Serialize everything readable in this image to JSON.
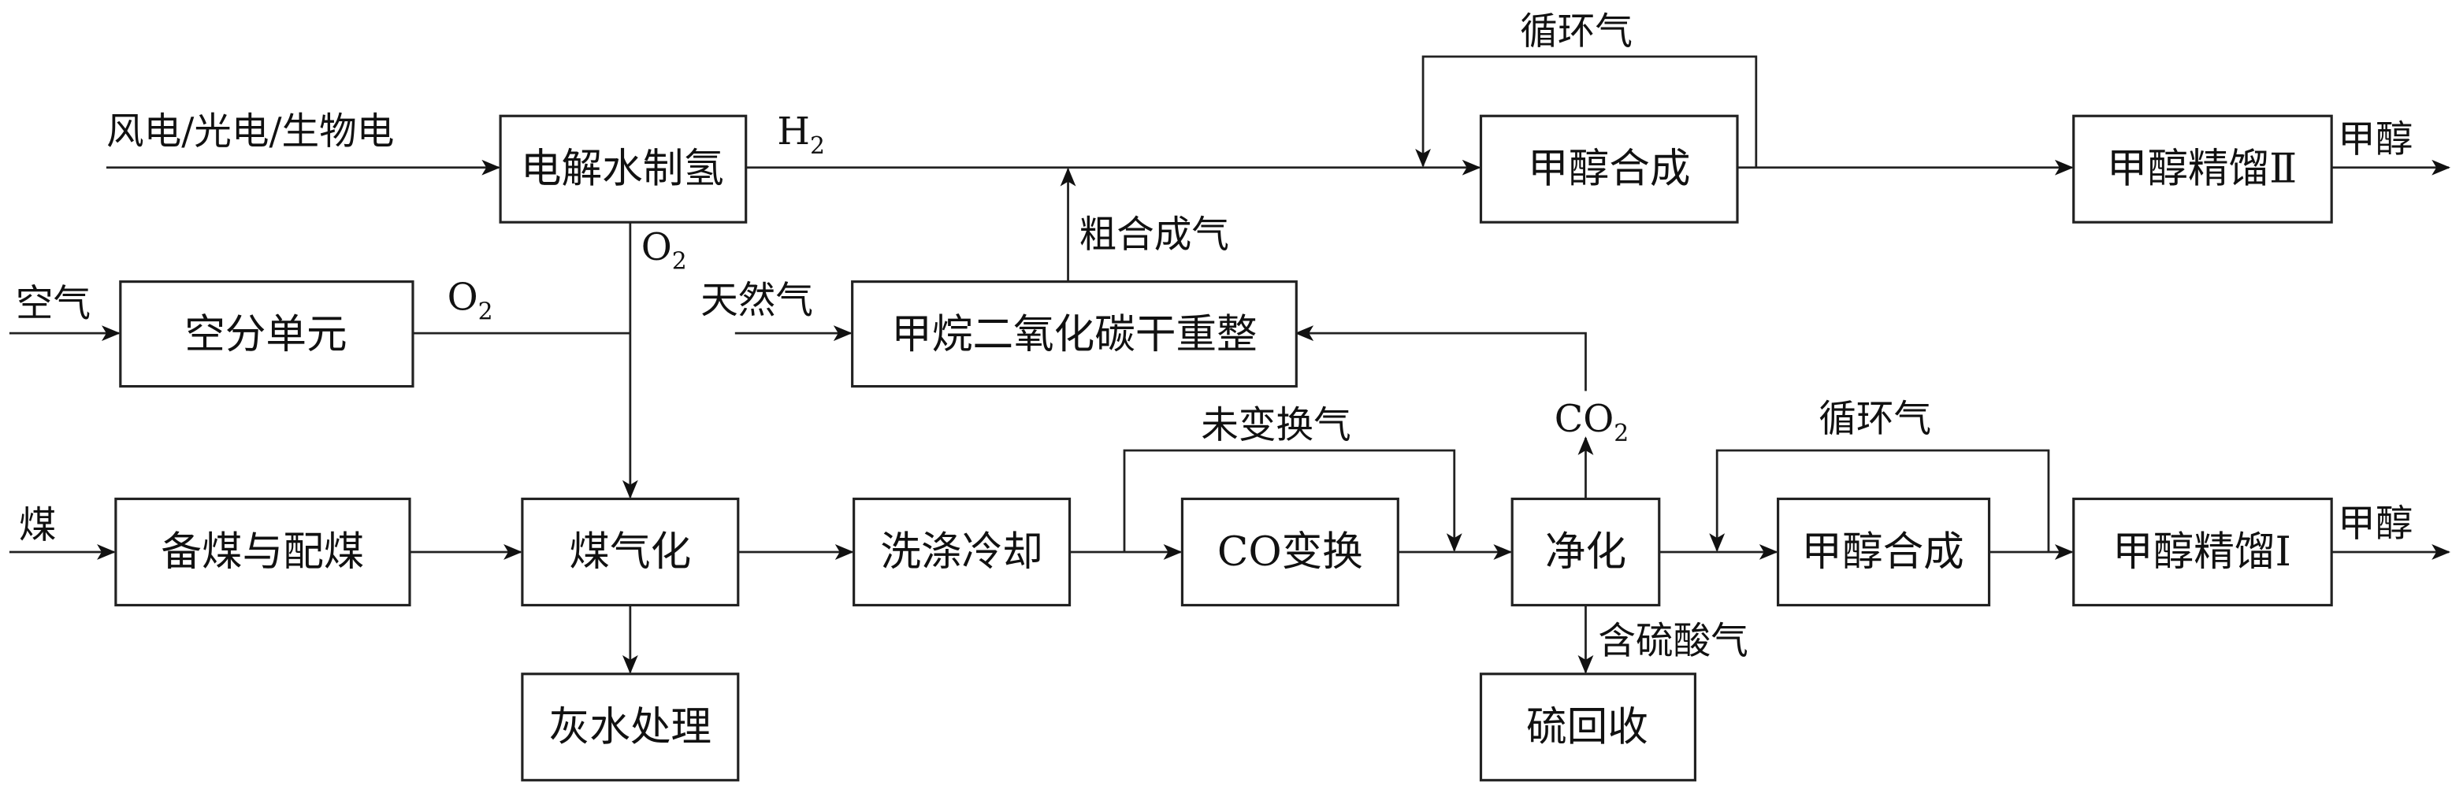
{
  "diagram": {
    "type": "process-flow",
    "title": "",
    "nodes": {
      "electrolysis": "电解水制氢",
      "air_separation": "空分单元",
      "dry_reforming": "甲烷二氧化碳干重整",
      "methanol_synthesis_top": "甲醇合成",
      "methanol_distillation_2": "甲醇精馏Ⅱ",
      "coal_prep": "备煤与配煤",
      "coal_gasification": "煤气化",
      "ash_water": "灰水处理",
      "wash_cool": "洗涤冷却",
      "co_shift": "CO变换",
      "purification": "净化",
      "sulfur_recovery": "硫回收",
      "methanol_synthesis_bottom": "甲醇合成",
      "methanol_distillation_1": "甲醇精馏Ⅰ"
    },
    "labels": {
      "power_input": "风电/光电/生物电",
      "h2": "H",
      "h2_sub": "2",
      "o2_electrolysis": "O",
      "o2_electrolysis_sub": "2",
      "air": "空气",
      "o2_asu": "O",
      "o2_asu_sub": "2",
      "natural_gas": "天然气",
      "crude_syngas": "粗合成气",
      "recycle_gas_top": "循环气",
      "methanol_out_top": "甲醇",
      "coal": "煤",
      "unshifted_gas": "未变换气",
      "co2": "CO",
      "co2_sub": "2",
      "sour_gas": "含硫酸气",
      "recycle_gas_bottom": "循环气",
      "methanol_out_bottom": "甲醇"
    },
    "edges": [
      {
        "from": "power_input",
        "to": "electrolysis"
      },
      {
        "from": "electrolysis",
        "to": "methanol_synthesis_top",
        "label": "H2"
      },
      {
        "from": "dry_reforming",
        "to": "H2 line",
        "label": "粗合成气"
      },
      {
        "from": "methanol_synthesis_top",
        "to": "methanol_synthesis_top",
        "label": "循环气"
      },
      {
        "from": "methanol_synthesis_top",
        "to": "methanol_distillation_2"
      },
      {
        "from": "methanol_distillation_2",
        "to": "output",
        "label": "甲醇"
      },
      {
        "from": "electrolysis",
        "to": "coal_gasification",
        "label": "O2"
      },
      {
        "from": "air",
        "to": "air_separation"
      },
      {
        "from": "air_separation",
        "to": "coal_gasification",
        "label": "O2"
      },
      {
        "from": "natural_gas",
        "to": "dry_reforming"
      },
      {
        "from": "purification",
        "to": "dry_reforming",
        "label": "CO2"
      },
      {
        "from": "coal",
        "to": "coal_prep"
      },
      {
        "from": "coal_prep",
        "to": "coal_gasification"
      },
      {
        "from": "coal_gasification",
        "to": "ash_water"
      },
      {
        "from": "coal_gasification",
        "to": "wash_cool"
      },
      {
        "from": "wash_cool",
        "to": "co_shift"
      },
      {
        "from": "wash_cool",
        "to": "purification",
        "label": "未变换气"
      },
      {
        "from": "co_shift",
        "to": "purification"
      },
      {
        "from": "purification",
        "to": "sulfur_recovery",
        "label": "含硫酸气"
      },
      {
        "from": "purification",
        "to": "methanol_synthesis_bottom"
      },
      {
        "from": "methanol_synthesis_bottom",
        "to": "methanol_synthesis_bottom",
        "label": "循环气"
      },
      {
        "from": "methanol_synthesis_bottom",
        "to": "methanol_distillation_1"
      },
      {
        "from": "methanol_distillation_1",
        "to": "output",
        "label": "甲醇"
      }
    ]
  }
}
